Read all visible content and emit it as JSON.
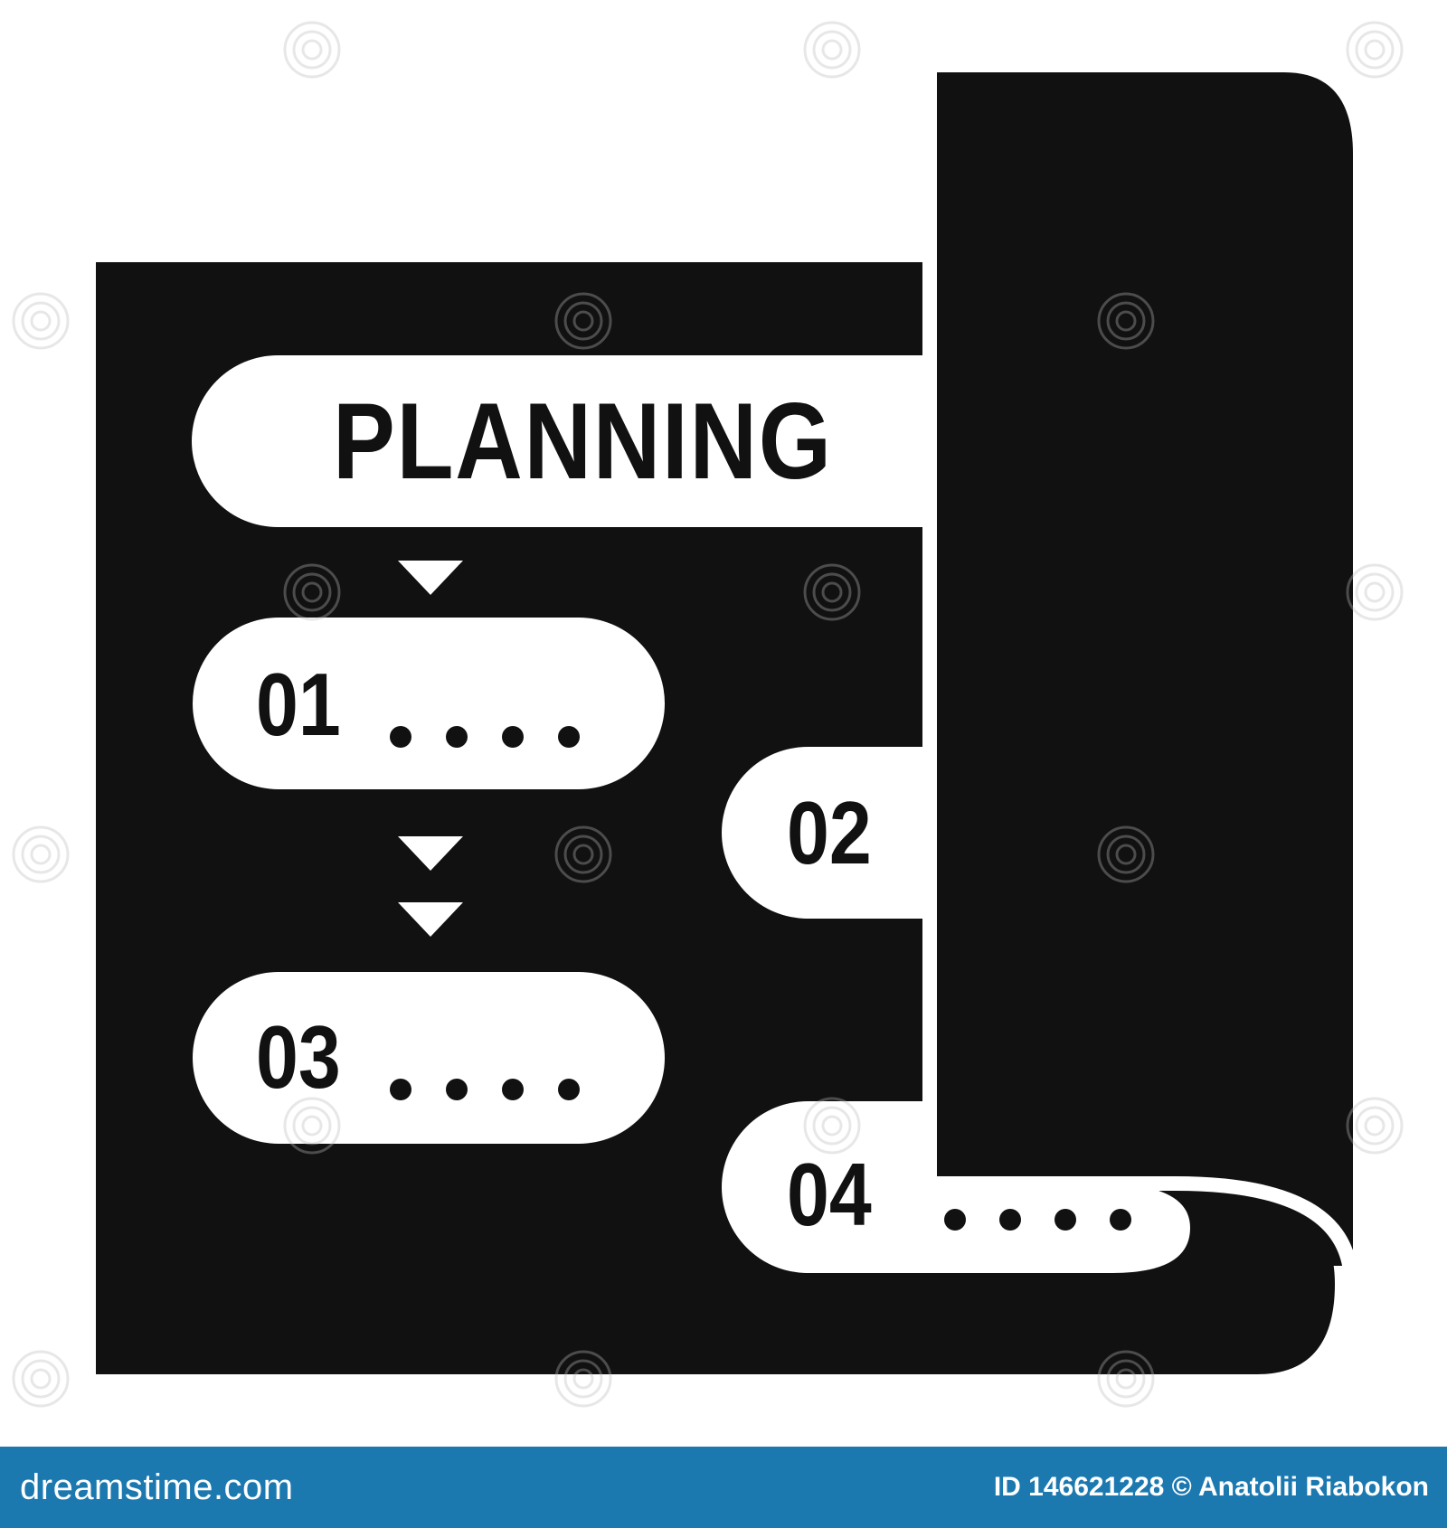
{
  "illustration": {
    "title": "PLANNING",
    "steps": [
      {
        "number": "01",
        "dots": "...."
      },
      {
        "number": "02",
        "dots": ""
      },
      {
        "number": "03",
        "dots": "...."
      },
      {
        "number": "04",
        "dots": "...."
      }
    ],
    "icon": "planning-scroll-icon"
  },
  "watermark": {
    "text": "dreamstime",
    "icon": "spiral-logo-icon"
  },
  "footer": {
    "brand": "dreamstime.com",
    "credit": "ID 146621228 © Anatolii Riabokon"
  },
  "colors": {
    "ink": "#111111",
    "paper": "#ffffff",
    "footer_bar": "#1c79b0"
  }
}
